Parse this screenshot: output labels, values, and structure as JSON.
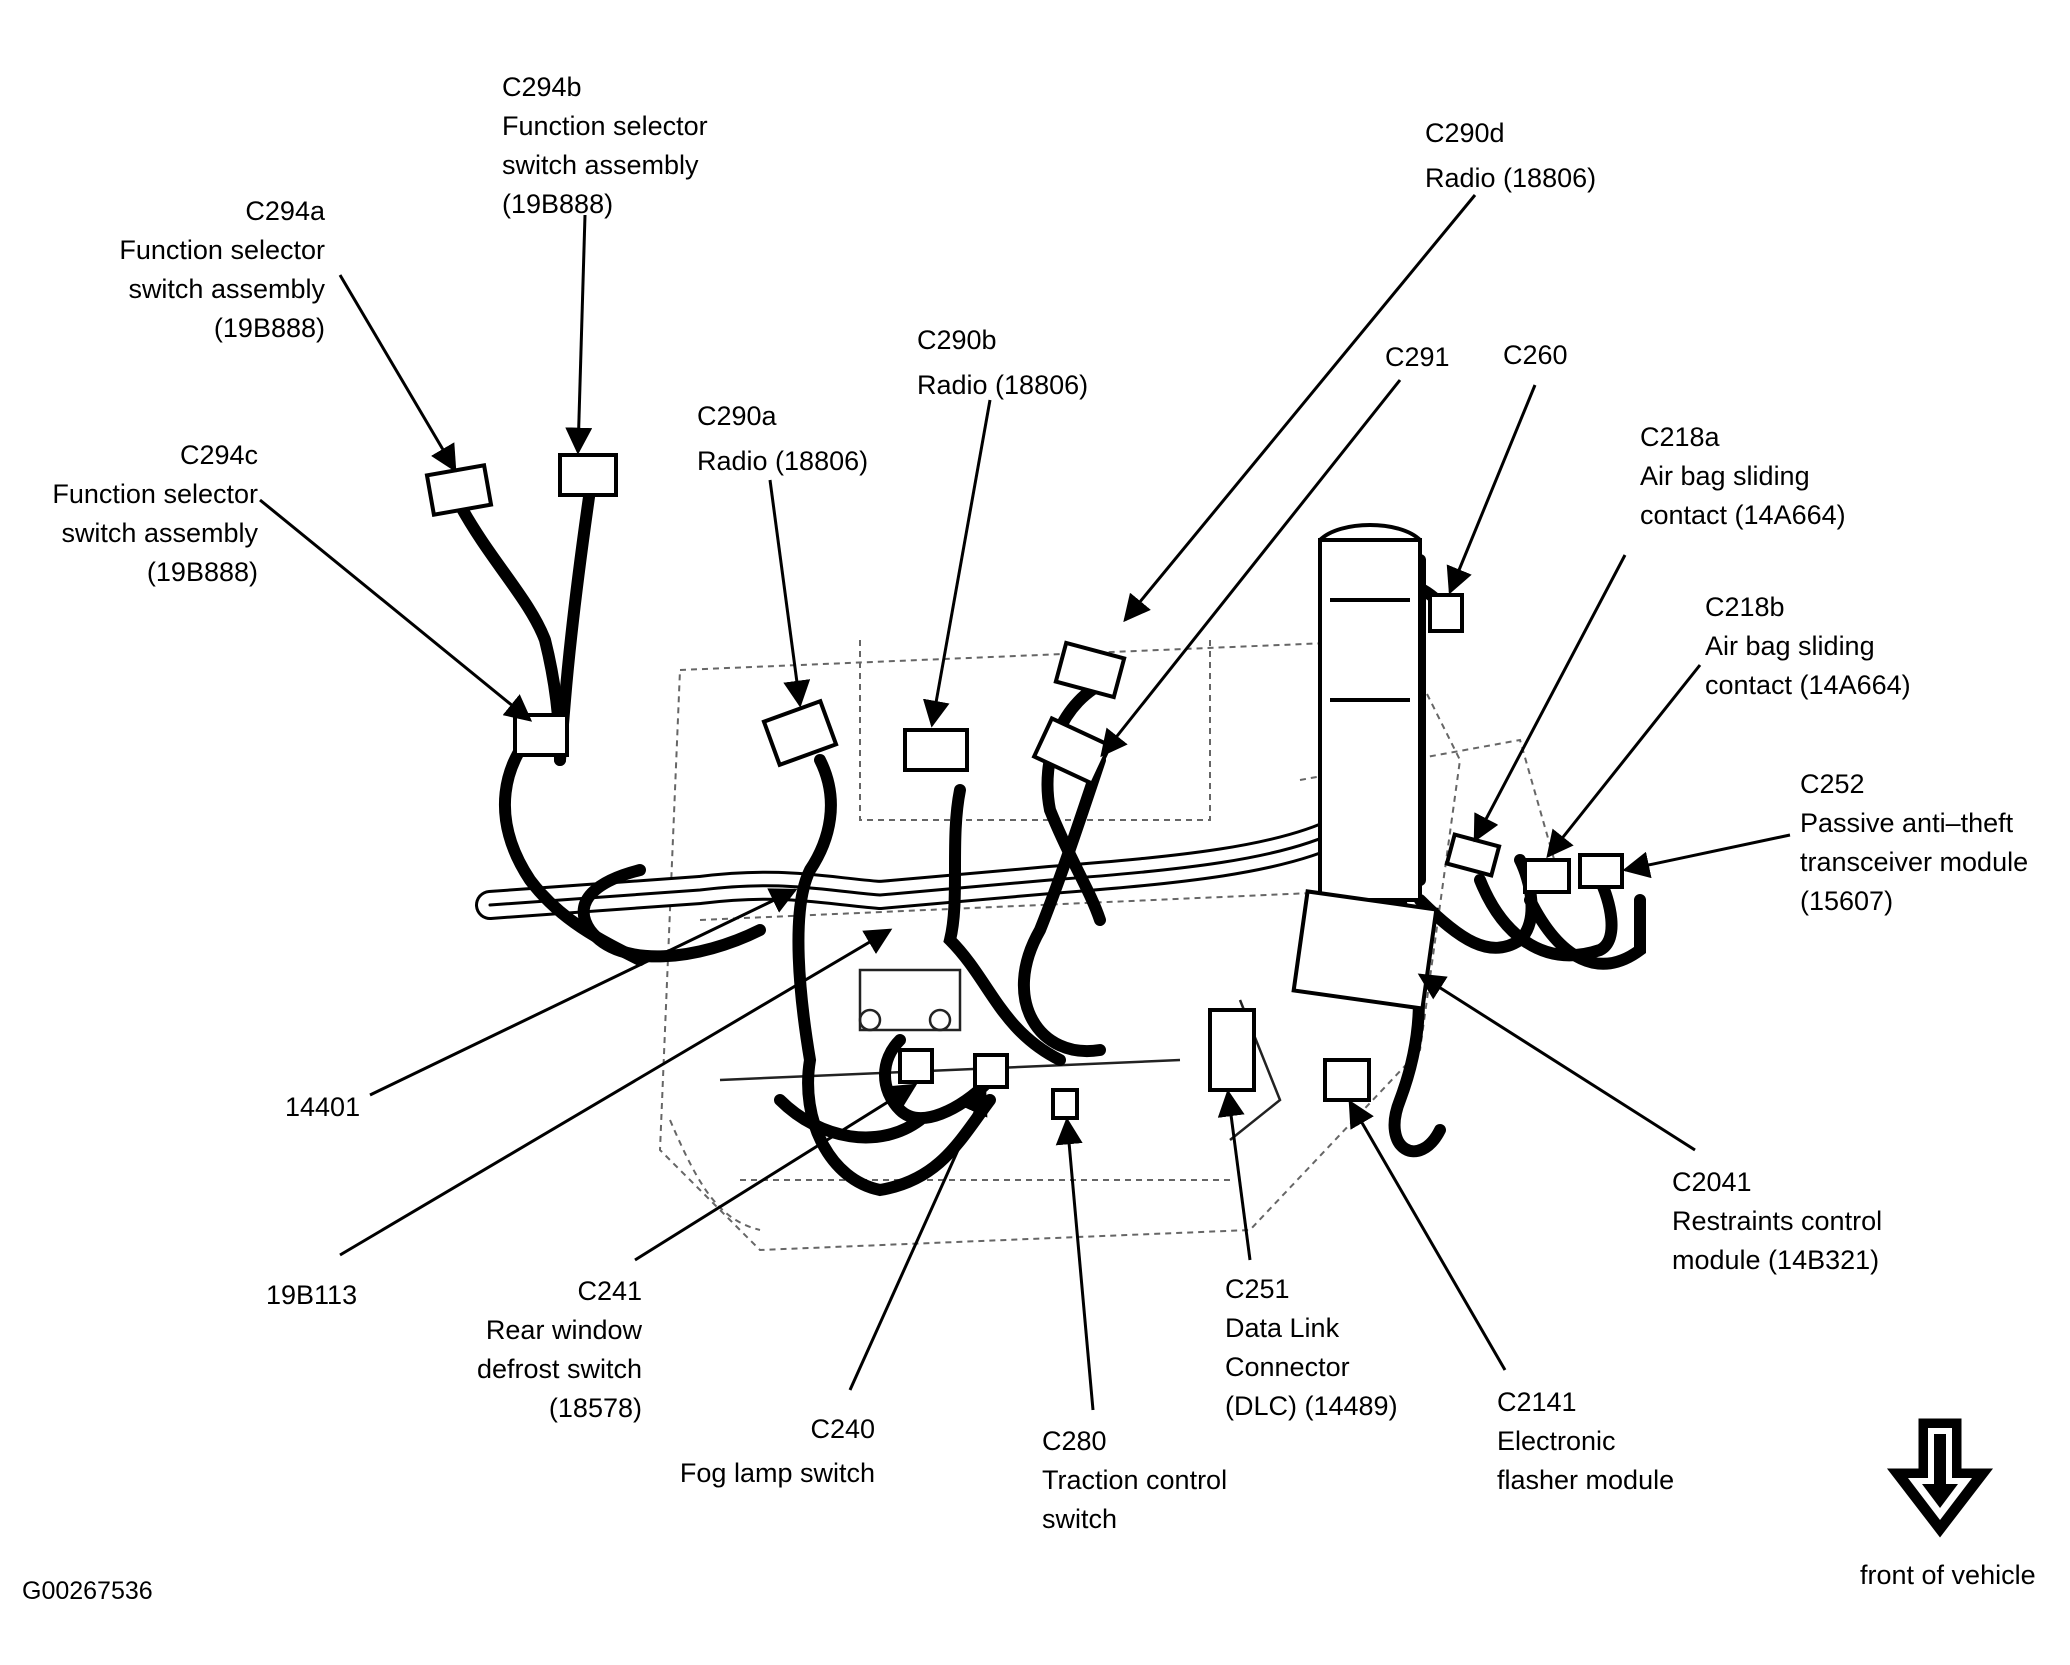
{
  "figure_id": "G00267536",
  "direction": {
    "text": "front of vehicle",
    "icon": "down-arrow-icon"
  },
  "callouts": [
    {
      "id": "c294a",
      "lines": [
        "C294a",
        "Function selector",
        "switch assembly",
        "(19B888)"
      ]
    },
    {
      "id": "c294b",
      "lines": [
        "C294b",
        "Function selector",
        "switch assembly",
        "(19B888)"
      ]
    },
    {
      "id": "c294c",
      "lines": [
        "C294c",
        "Function selector",
        "switch assembly",
        "(19B888)"
      ]
    },
    {
      "id": "c290a",
      "lines": [
        "C290a",
        "Radio (18806)"
      ]
    },
    {
      "id": "c290b",
      "lines": [
        "C290b",
        "Radio (18806)"
      ]
    },
    {
      "id": "c290d",
      "lines": [
        "C290d",
        "Radio (18806)"
      ]
    },
    {
      "id": "c291",
      "lines": [
        "C291"
      ]
    },
    {
      "id": "c260",
      "lines": [
        "C260"
      ]
    },
    {
      "id": "c218a",
      "lines": [
        "C218a",
        "Air bag sliding",
        "contact (14A664)"
      ]
    },
    {
      "id": "c218b",
      "lines": [
        "C218b",
        "Air bag sliding",
        "contact (14A664)"
      ]
    },
    {
      "id": "c252",
      "lines": [
        "C252",
        "Passive anti–theft",
        "transceiver module",
        "(15607)"
      ]
    },
    {
      "id": "h14401",
      "lines": [
        "14401"
      ]
    },
    {
      "id": "h19b113",
      "lines": [
        "19B113"
      ]
    },
    {
      "id": "c241",
      "lines": [
        "C241",
        "Rear window",
        "defrost switch",
        "(18578)"
      ]
    },
    {
      "id": "c240",
      "lines": [
        "C240",
        "Fog lamp switch"
      ]
    },
    {
      "id": "c280",
      "lines": [
        "C280",
        "Traction control",
        "switch"
      ]
    },
    {
      "id": "c251",
      "lines": [
        "C251",
        "Data Link",
        "Connector",
        "(DLC) (14489)"
      ]
    },
    {
      "id": "c2141",
      "lines": [
        "C2141",
        "Electronic",
        "flasher module"
      ]
    },
    {
      "id": "c2041",
      "lines": [
        "C2041",
        "Restraints control",
        "module (14B321)"
      ]
    }
  ]
}
